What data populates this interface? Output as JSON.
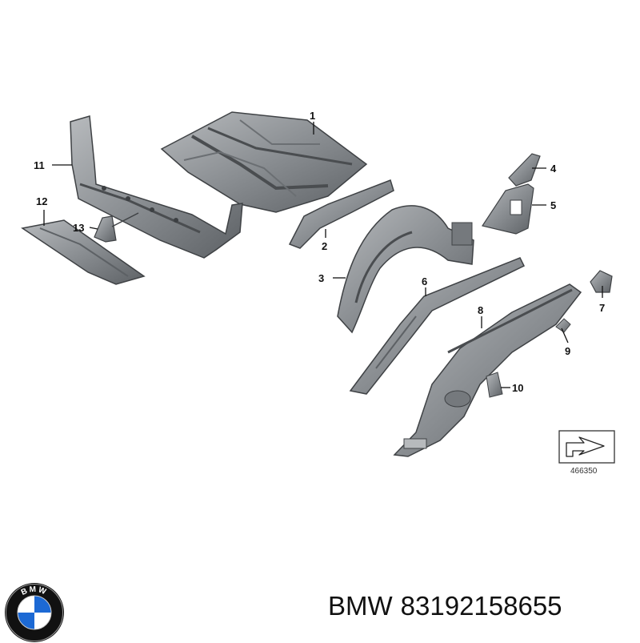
{
  "diagram": {
    "callouts": [
      "1",
      "2",
      "3",
      "4",
      "5",
      "6",
      "7",
      "8",
      "9",
      "10",
      "11",
      "12",
      "13"
    ],
    "reference_number": "466350"
  },
  "logo": {
    "lettering": "BMW",
    "colors": {
      "blue": "#1c69d4",
      "white": "#ffffff",
      "ring": "#111111"
    }
  },
  "caption": {
    "brand": "BMW",
    "part_number": "83192158655"
  },
  "colors": {
    "part_fill": "#8a8e92",
    "part_shadow": "#5d6165",
    "part_light": "#b7babd",
    "leader": "#111111"
  }
}
